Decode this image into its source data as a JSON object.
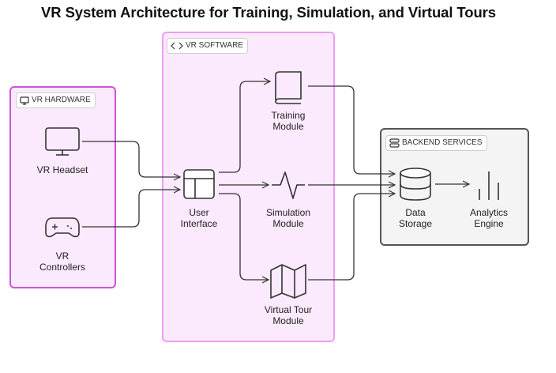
{
  "title": "VR System Architecture for Training, Simulation, and Virtual Tours",
  "groups": {
    "hardware": {
      "label": "VR HARDWARE",
      "nodes": {
        "headset": "VR Headset",
        "controllers_line1": "VR",
        "controllers_line2": "Controllers"
      }
    },
    "software": {
      "label": "VR SOFTWARE",
      "nodes": {
        "ui_line1": "User",
        "ui_line2": "Interface",
        "training_line1": "Training",
        "training_line2": "Module",
        "simulation_line1": "Simulation",
        "simulation_line2": "Module",
        "tour_line1": "Virtual Tour",
        "tour_line2": "Module"
      }
    },
    "backend": {
      "label": "BACKEND SERVICES",
      "nodes": {
        "storage_line1": "Data",
        "storage_line2": "Storage",
        "analytics_line1": "Analytics",
        "analytics_line2": "Engine"
      }
    }
  },
  "edges": [
    {
      "from": "VR Headset",
      "to": "User Interface"
    },
    {
      "from": "VR Controllers",
      "to": "User Interface"
    },
    {
      "from": "User Interface",
      "to": "Training Module"
    },
    {
      "from": "User Interface",
      "to": "Simulation Module"
    },
    {
      "from": "User Interface",
      "to": "Virtual Tour Module"
    },
    {
      "from": "Training Module",
      "to": "Data Storage"
    },
    {
      "from": "Simulation Module",
      "to": "Data Storage"
    },
    {
      "from": "Virtual Tour Module",
      "to": "Data Storage"
    },
    {
      "from": "Data Storage",
      "to": "Analytics Engine"
    }
  ],
  "colors": {
    "hardware_fill": "#fbeafd",
    "hardware_border": "#cc55d6",
    "software_fill": "#fbeafd",
    "software_border": "#ee9df3",
    "backend_fill": "#f4f4f4",
    "backend_border": "#555555",
    "stroke": "#333333"
  }
}
